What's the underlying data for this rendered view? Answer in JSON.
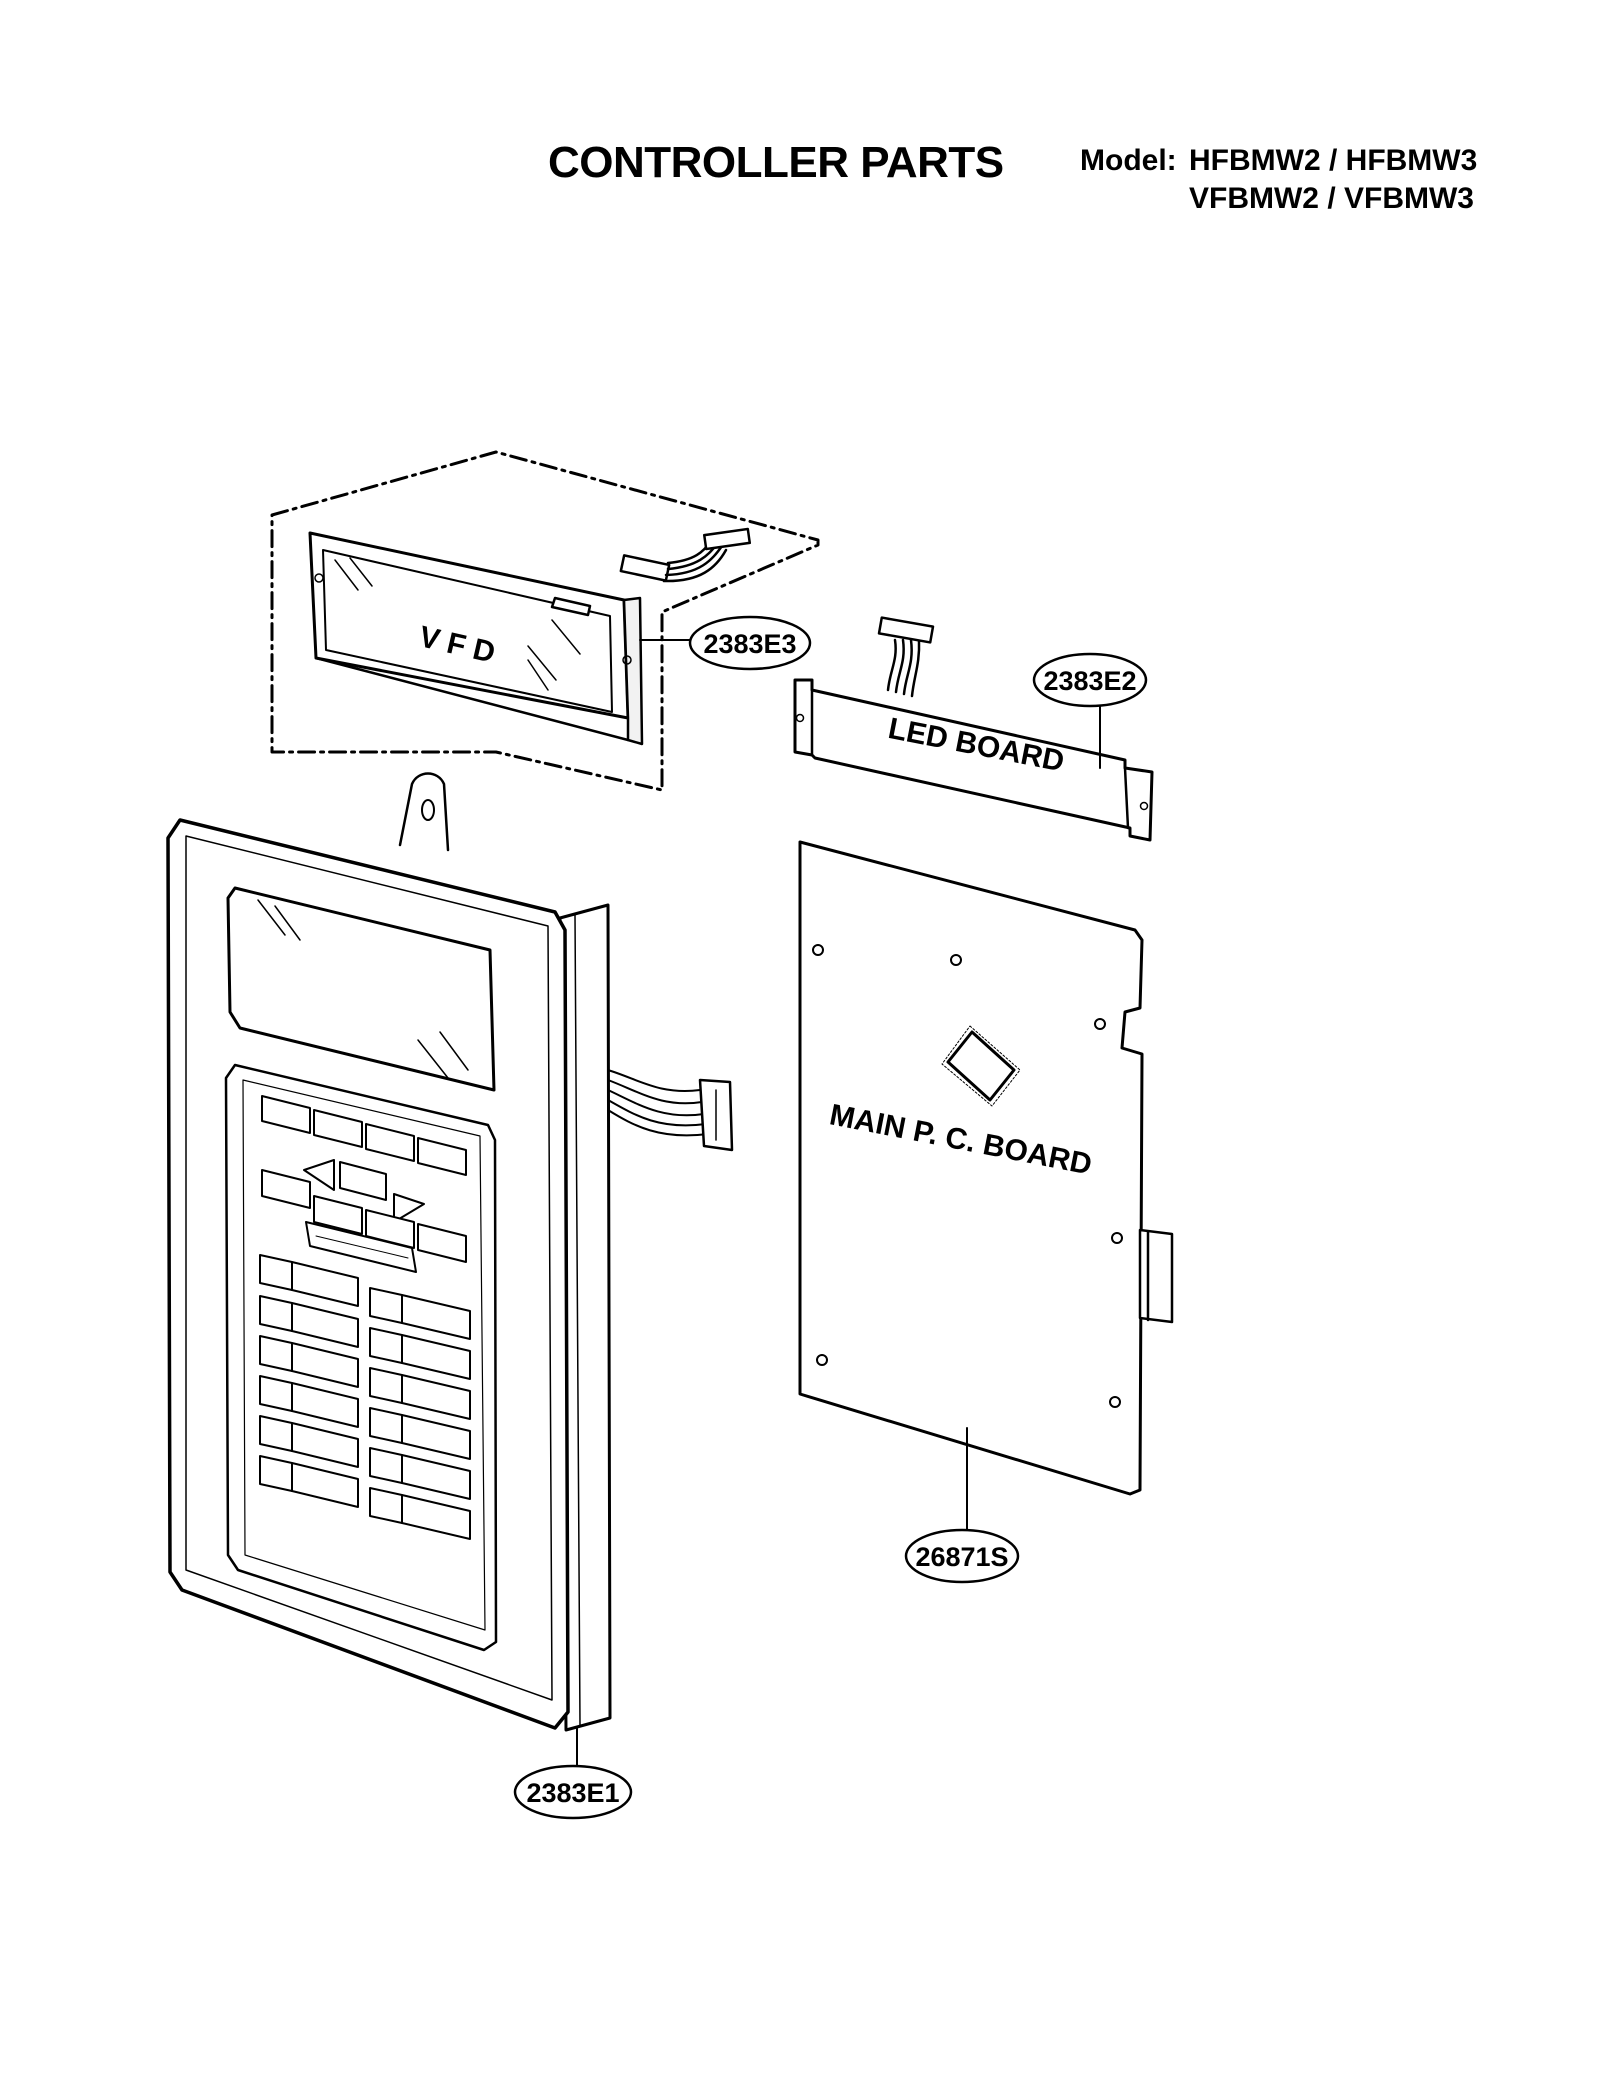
{
  "header": {
    "title": "CONTROLLER PARTS",
    "model_prefix": "Model:",
    "model_line1": "HFBMW2 / HFBMW3",
    "model_line2": "VFBMW2 / VFBMW3"
  },
  "components": {
    "vfd_label": "V F D",
    "led_label": "LED BOARD",
    "main_board_label": "MAIN P. C. BOARD"
  },
  "callouts": {
    "vfd": "2383E3",
    "led_board": "2383E2",
    "main_board": "26871S",
    "control_panel": "2383E1"
  }
}
